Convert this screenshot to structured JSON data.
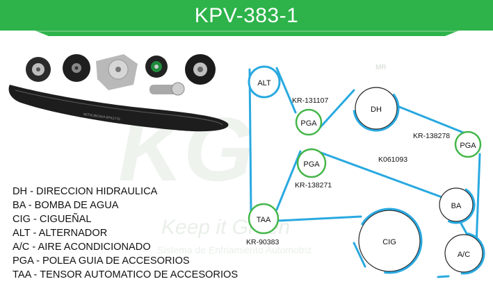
{
  "header": {
    "title": "KPV-383-1"
  },
  "colors": {
    "banner_green": "#2db34a",
    "belt_blue": "#29a9e0",
    "ring_green": "#44b649",
    "pulley_border": "#222222"
  },
  "watermark": {
    "brand": "Keep it Green",
    "tagline": "Sistema de Enfriamiento Automotriz",
    "mark": "MR"
  },
  "pulleys": {
    "alt": "ALT",
    "pga_top": "PGA",
    "dh": "DH",
    "pga_right": "PGA",
    "pga_mid": "PGA",
    "ba": "BA",
    "taa": "TAA",
    "cig": "CIG",
    "ac": "A/C"
  },
  "part_numbers": {
    "kr131107": "KR-131107",
    "kr138278": "KR-138278",
    "k061093": "K061093",
    "kr138271": "KR-138271",
    "kr90383": "KR-90383"
  },
  "legend": [
    "DH - DIRECCION HIDRAULICA",
    "BA - BOMBA DE AGUA",
    "CIG - CIGUEÑAL",
    "ALT - ALTERNADOR",
    "A/C - AIRE ACONDICIONADO",
    "PGA - POLEA GUIA DE ACCESORIOS",
    "TAA - TENSOR AUTOMATICO DE ACCESORIOS"
  ]
}
